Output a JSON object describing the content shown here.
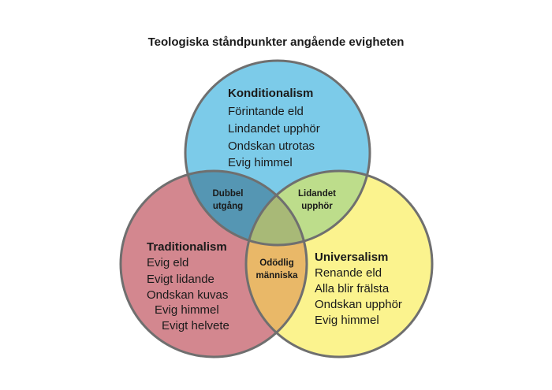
{
  "title": "Teologiska ståndpunkter angående evigheten",
  "circles": {
    "konditionalism": {
      "heading": "Konditionalism",
      "items": [
        "Förintande eld",
        "Lindandet upphör",
        "Ondskan utrotas",
        "Evig himmel"
      ],
      "color": "#7ccbe9"
    },
    "traditionalism": {
      "heading": "Traditionalism",
      "items": [
        "Evig eld",
        "Evigt lidande",
        "Ondskan kuvas",
        "Evig himmel",
        "Evigt helvete"
      ],
      "color": "#d3878f"
    },
    "universalism": {
      "heading": "Universalism",
      "items": [
        "Renande eld",
        "Alla blir frälsta",
        "Ondskan upphör",
        "Evig himmel"
      ],
      "color": "#fbf38e"
    }
  },
  "overlaps": {
    "kond_trad": {
      "lines": [
        "Dubbel",
        "utgång"
      ],
      "color": "#5596b3"
    },
    "kond_univ": {
      "lines": [
        "Lidandet",
        "upphör"
      ],
      "color": "#bddd8b"
    },
    "trad_univ": {
      "lines": [
        "Odödlig",
        "människa"
      ],
      "color": "#e9b868"
    },
    "all": {
      "color": "#a8b977"
    }
  },
  "outline_color": "#6f6f6f"
}
